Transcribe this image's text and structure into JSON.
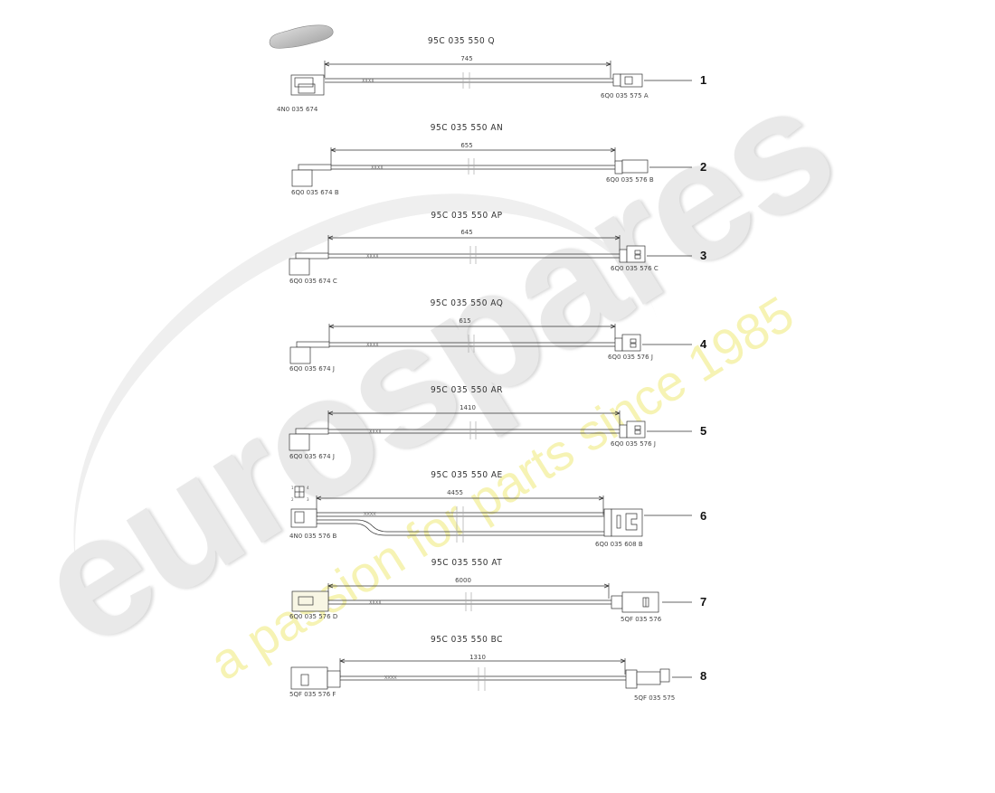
{
  "watermark": {
    "brand": "eurospares",
    "slogan": "a passion for parts since 1985"
  },
  "thumbnail": {
    "icon": "car-silhouette-icon"
  },
  "harnesses": [
    {
      "index": "1",
      "part_number": "95C 035 550 Q",
      "length": "745",
      "left_connector": "4N0 035 674",
      "right_connector": "6Q0 035 575 A",
      "cable_marking": "XXXX"
    },
    {
      "index": "2",
      "part_number": "95C 035 550 AN",
      "length": "655",
      "left_connector": "6Q0 035 674 B",
      "right_connector": "6Q0 035 576 B",
      "cable_marking": "XXXX"
    },
    {
      "index": "3",
      "part_number": "95C 035 550 AP",
      "length": "645",
      "left_connector": "6Q0 035 674 C",
      "right_connector": "6Q0 035 576 C",
      "cable_marking": "XXXX"
    },
    {
      "index": "4",
      "part_number": "95C 035 550 AQ",
      "length": "615",
      "left_connector": "6Q0 035 674 J",
      "right_connector": "6Q0 035 576 J",
      "cable_marking": "XXXX"
    },
    {
      "index": "5",
      "part_number": "95C 035 550 AR",
      "length": "1410",
      "left_connector": "6Q0 035 674 J",
      "right_connector": "6Q0 035 576 J",
      "cable_marking": "XXXX"
    },
    {
      "index": "6",
      "part_number": "95C 035 550 AE",
      "length": "4455",
      "left_connector": "4N0 035 576 B",
      "right_connector": "6Q0 035 608 B",
      "cable_marking": "XXXX",
      "pin_labels": [
        "1",
        "2",
        "3",
        "4"
      ]
    },
    {
      "index": "7",
      "part_number": "95C 035 550 AT",
      "length": "6000",
      "left_connector": "6Q0 035 576 D",
      "right_connector": "5QF 035 576",
      "cable_marking": "XXXX"
    },
    {
      "index": "8",
      "part_number": "95C 035 550 BC",
      "length": "1310",
      "left_connector": "5QF 035 576 F",
      "right_connector": "5QF 035 575",
      "cable_marking": "XXXX"
    }
  ]
}
